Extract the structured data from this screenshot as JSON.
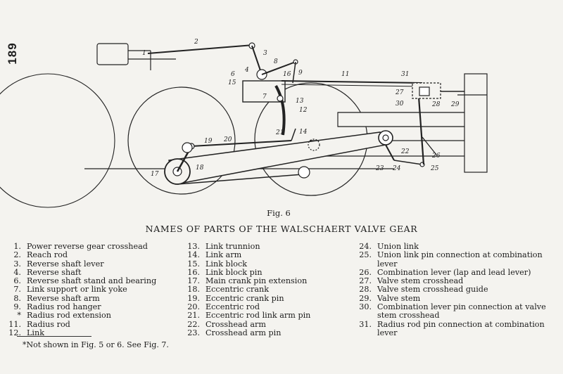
{
  "page_number": "189",
  "figure": {
    "caption": "Fig. 6",
    "callouts": [
      "1",
      "2",
      "3",
      "4",
      "6",
      "15",
      "7",
      "8",
      "16",
      "9",
      "13",
      "12",
      "11",
      "31",
      "27",
      "28",
      "29",
      "30",
      "21",
      "14",
      "19",
      "20",
      "18",
      "17",
      "22",
      "26",
      "23",
      "24",
      "25"
    ]
  },
  "heading": "NAMES OF PARTS OF THE WALSCHAERT VALVE GEAR",
  "parts": {
    "col1": [
      {
        "num": "1.",
        "label": "Power reverse gear crosshead"
      },
      {
        "num": "2.",
        "label": "Reach rod"
      },
      {
        "num": "3.",
        "label": "Reverse shaft lever"
      },
      {
        "num": "4.",
        "label": "Reverse shaft"
      },
      {
        "num": "6.",
        "label": "Reverse shaft stand and bearing"
      },
      {
        "num": "7.",
        "label": "Link support or link yoke"
      },
      {
        "num": "8.",
        "label": "Reverse shaft arm"
      },
      {
        "num": "9.",
        "label": "Radius rod hanger"
      },
      {
        "num": "*",
        "label": "Radius rod extension"
      },
      {
        "num": "11.",
        "label": "Radius rod"
      },
      {
        "num": "12.",
        "label": "Link"
      }
    ],
    "col2": [
      {
        "num": "13.",
        "label": "Link trunnion"
      },
      {
        "num": "14.",
        "label": "Link arm"
      },
      {
        "num": "15.",
        "label": "Link block"
      },
      {
        "num": "16.",
        "label": "Link block pin"
      },
      {
        "num": "17.",
        "label": "Main crank pin extension"
      },
      {
        "num": "18.",
        "label": "Eccentric crank"
      },
      {
        "num": "19.",
        "label": "Eccentric crank pin"
      },
      {
        "num": "20.",
        "label": "Eccentric rod"
      },
      {
        "num": "21.",
        "label": "Eccentric rod link arm pin"
      },
      {
        "num": "22.",
        "label": "Crosshead arm"
      },
      {
        "num": "23.",
        "label": "Crosshead arm pin"
      }
    ],
    "col3": [
      {
        "num": "24.",
        "label": "Union link"
      },
      {
        "num": "25.",
        "label": "Union link pin connection at combination lever"
      },
      {
        "num": "26.",
        "label": "Combination lever (lap and lead lever)"
      },
      {
        "num": "27.",
        "label": "Valve stem crosshead"
      },
      {
        "num": "28.",
        "label": "Valve stem crosshead guide"
      },
      {
        "num": "29.",
        "label": "Valve stem"
      },
      {
        "num": "30.",
        "label": "Combination lever pin connection at valve stem crosshead"
      },
      {
        "num": "31.",
        "label": "Radius rod pin connection at combination lever"
      }
    ]
  },
  "footnote": "*Not shown in Fig. 5 or 6.  See Fig. 7."
}
